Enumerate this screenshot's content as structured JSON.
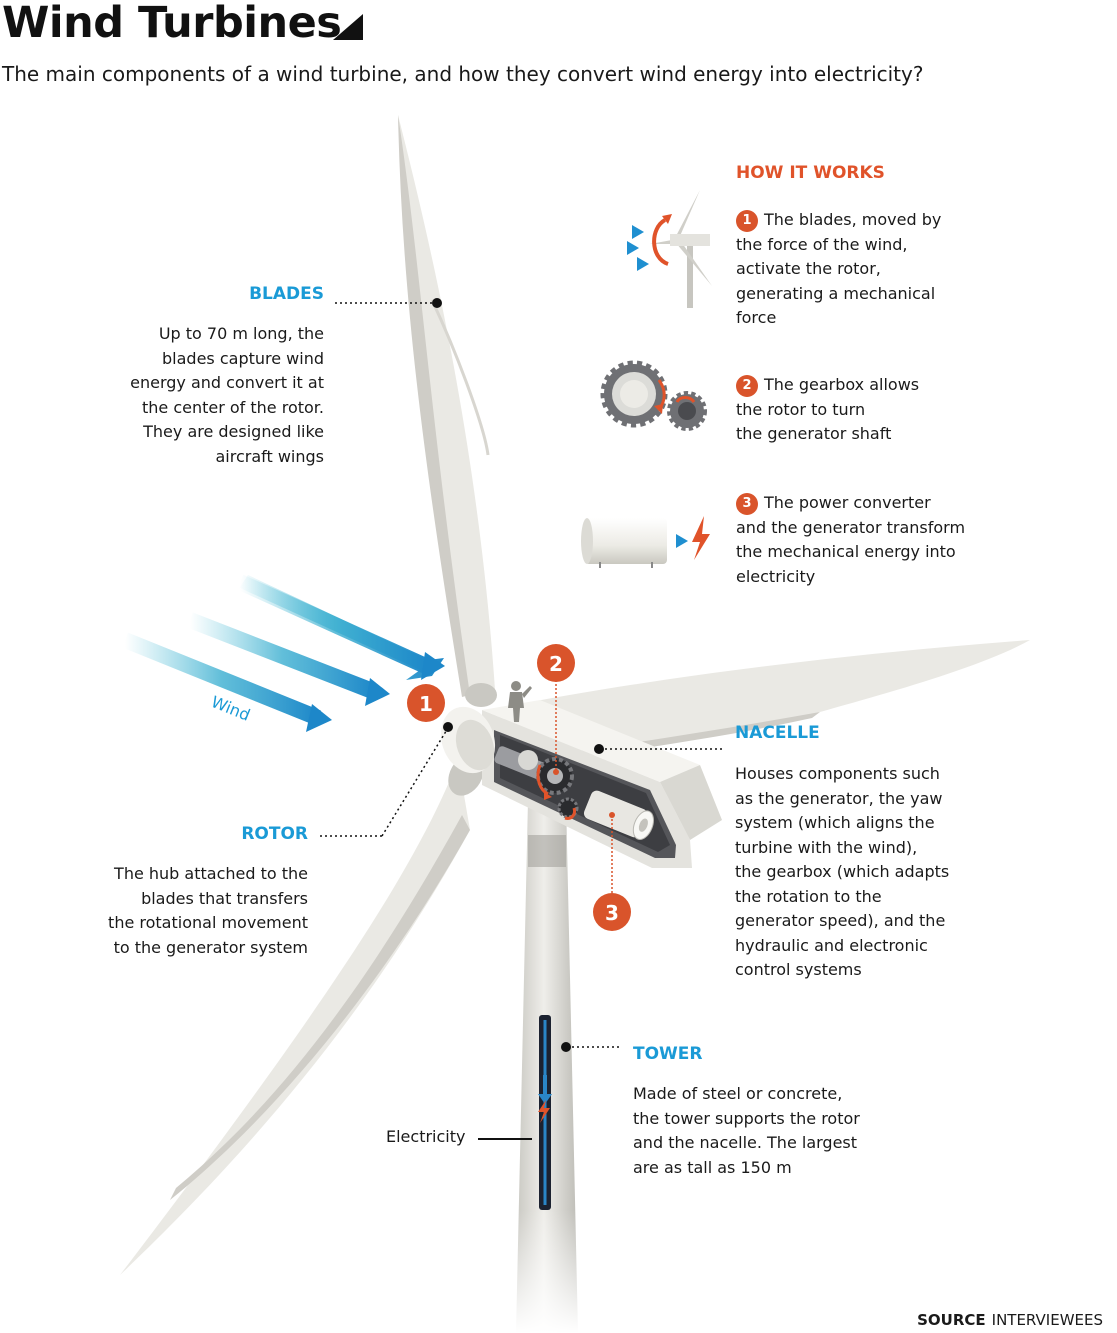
{
  "header": {
    "title": "Wind Turbines",
    "subtitle": "The main components of a wind turbine, and how they convert wind energy into electricity?"
  },
  "how_it_works": {
    "heading": "HOW IT WORKS",
    "steps": [
      {
        "num": "1",
        "text": "The blades, moved by the force of the wind, activate the rotor, generating a mechanical force",
        "lines": [
          "The blades, moved by",
          "the force of the wind,",
          "activate the rotor,",
          "generating a mechanical",
          "force"
        ],
        "icon": "turbine-wind-icon"
      },
      {
        "num": "2",
        "text": "The gearbox allows the rotor to turn the generator shaft",
        "lines": [
          "The gearbox allows",
          "the rotor to turn",
          "the generator shaft"
        ],
        "icon": "gears-icon"
      },
      {
        "num": "3",
        "text": "The power converter and the generator transform the mechanical energy into electricity",
        "lines": [
          "The power converter",
          "and the generator transform",
          "the mechanical energy into",
          "electricity"
        ],
        "icon": "generator-icon"
      }
    ]
  },
  "components": {
    "blades": {
      "label": "BLADES",
      "lines": [
        "Up to 70 m long, the",
        "blades capture wind",
        "energy and convert it at",
        "the center of the rotor.",
        "They are designed like",
        "aircraft wings"
      ]
    },
    "rotor": {
      "label": "ROTOR",
      "lines": [
        "The hub attached to the",
        "blades that transfers",
        "the rotational movement",
        "to the generator system"
      ]
    },
    "nacelle": {
      "label": "NACELLE",
      "lines": [
        "Houses components such",
        "as the generator, the yaw",
        "system (which aligns the",
        "turbine with the wind),",
        "the gearbox (which adapts",
        "the rotation to the",
        "generator speed), and the",
        "hydraulic and electronic",
        "control systems"
      ]
    },
    "tower": {
      "label": "TOWER",
      "lines": [
        "Made of steel or concrete,",
        "the tower supports the rotor",
        "and the nacelle. The largest",
        "are as tall as 150 m"
      ]
    }
  },
  "diagram_labels": {
    "wind": "Wind",
    "electricity": "Electricity",
    "marker_1": "1",
    "marker_2": "2",
    "marker_3": "3"
  },
  "source": {
    "label": "SOURCE",
    "value": "INTERVIEWEES"
  },
  "colors": {
    "accent_blue": "#1a9ad6",
    "accent_orange": "#d9542b",
    "blade": "#ecebe7",
    "blade_shadow": "#cfcdc7"
  }
}
